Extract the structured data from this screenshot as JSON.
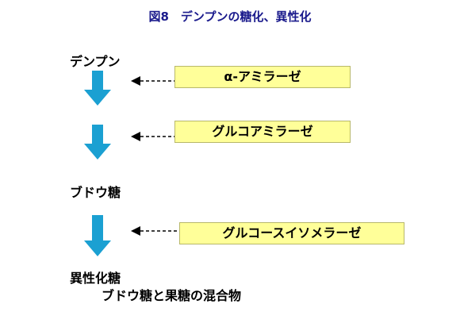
{
  "title": "図8　デンプンの糖化、異性化",
  "labels": {
    "starch": "デンプン",
    "glucose": "ブドウ糖",
    "isomerized": "異性化糖",
    "mixture": "ブドウ糖と果糖の混合物"
  },
  "enzymes": [
    "α-アミラーゼ",
    "グルコアミラーゼ",
    "グルコースイソメラーゼ"
  ],
  "colors": {
    "title": "#1a1a8c",
    "enzyme_box": "#ffff99",
    "enzyme_border": "#b8b86a",
    "down_arrow": "#1ba0d2",
    "dash_arrow": "#000000"
  }
}
